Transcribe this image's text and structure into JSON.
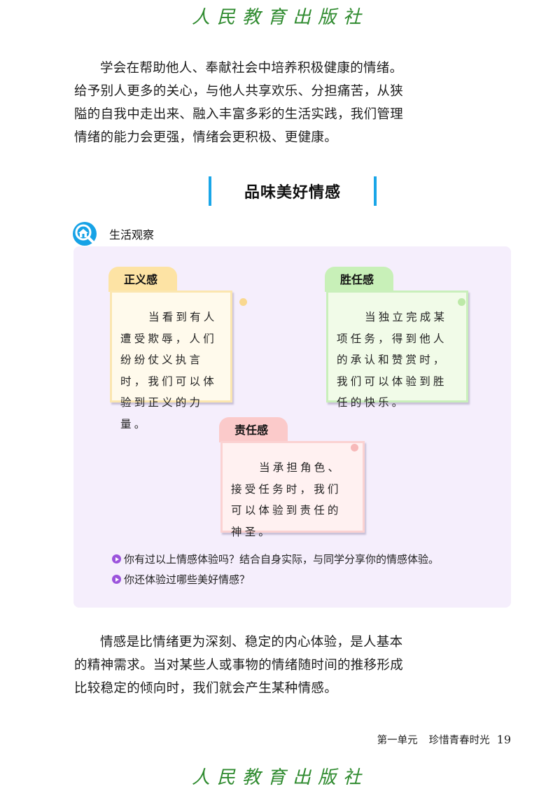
{
  "publisher_logo": "人民教育出版社",
  "paragraph_1": "学会在帮助他人、奉献社会中培养积极健康的情绪。给予别人更多的关心，与他人共享欢乐、分担痛苦，从狭隘的自我中走出来、融入丰富多彩的生活实践，我们管理情绪的能力会更强，情绪会更积极、更健康。",
  "section_heading": "品味美好情感",
  "accent_color": "#1aa6e8",
  "observation": {
    "label": "生活观察",
    "icon": "magnifier-house-icon",
    "cards": [
      {
        "title": "正义感",
        "text": "当看到有人遭受欺辱，人们纷纷仗义执言时，我们可以体验到正义的力量。",
        "color": "#fde3a4"
      },
      {
        "title": "胜任感",
        "text": "当独立完成某项任务，得到他人的承认和赞赏时，我们可以体验到胜任的快乐。",
        "color": "#c8f0b8"
      },
      {
        "title": "责任感",
        "text": "当承担角色、接受任务时，我们可以体验到责任的神圣。",
        "color": "#fbcaca"
      }
    ],
    "questions": [
      "你有过以上情感体验吗？结合自身实际，与同学分享你的情感体验。",
      "你还体验过哪些美好情感？"
    ]
  },
  "paragraph_2": "情感是比情绪更为深刻、稳定的内心体验，是人基本的精神需求。当对某些人或事物的情绪随时间的推移形成比较稳定的倾向时，我们就会产生某种情感。",
  "footer": {
    "unit": "第一单元",
    "unit_title": "珍惜青春时光",
    "page_number": "19"
  }
}
